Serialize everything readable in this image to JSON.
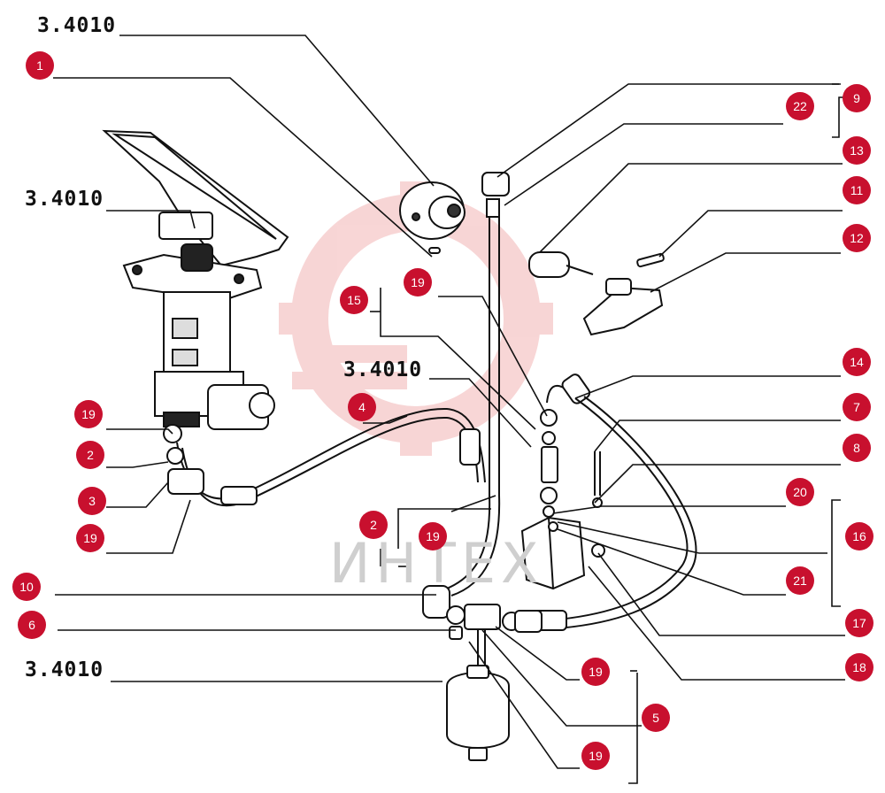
{
  "watermark": {
    "text": "ИНТЕХ",
    "color": "#f2b4b4"
  },
  "colors": {
    "badge": "#c8102e",
    "line": "#111111"
  },
  "reference_codes": [
    "3.4010",
    "3.4010",
    "3.4010",
    "3.4010"
  ],
  "callouts": [
    "1",
    "19",
    "2",
    "3",
    "19",
    "4",
    "2",
    "19",
    "10",
    "6",
    "15",
    "19",
    "9",
    "22",
    "13",
    "11",
    "12",
    "14",
    "7",
    "8",
    "20",
    "16",
    "21",
    "17",
    "18",
    "19",
    "5",
    "19"
  ],
  "assemblies": [
    "brake-pedal-valve",
    "hydraulic-line",
    "accumulator",
    "distribution-block"
  ]
}
